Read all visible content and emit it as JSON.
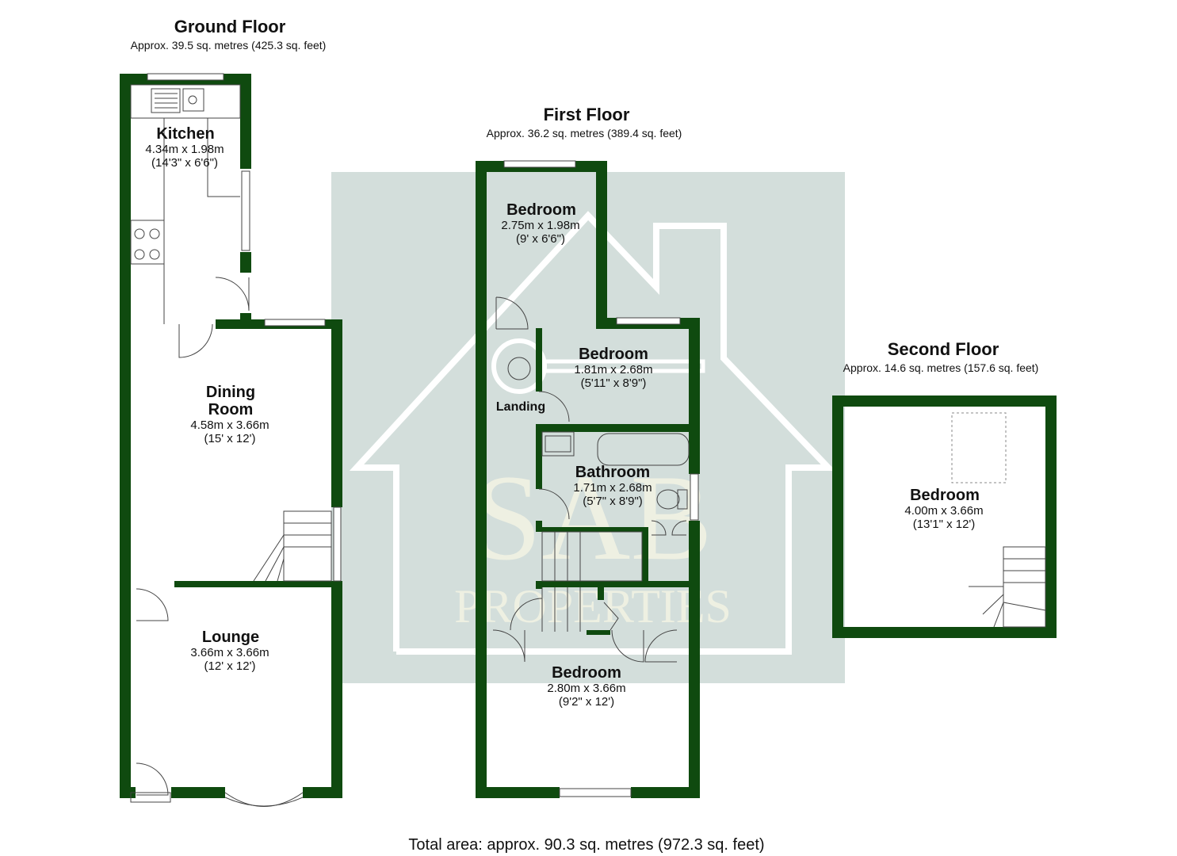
{
  "ground_floor": {
    "title": "Ground Floor",
    "area": "Approx. 39.5 sq. metres (425.3 sq. feet)",
    "rooms": [
      {
        "name": "Kitchen",
        "dim_m": "4.34m x 1.98m",
        "dim_ft": "(14'3\" x 6'6\")"
      },
      {
        "name_line1": "Dining",
        "name_line2": "Room",
        "dim_m": "4.58m x 3.66m",
        "dim_ft": "(15' x 12')"
      },
      {
        "name": "Lounge",
        "dim_m": "3.66m x 3.66m",
        "dim_ft": "(12' x 12')"
      }
    ]
  },
  "first_floor": {
    "title": "First Floor",
    "area": "Approx. 36.2 sq. metres (389.4 sq. feet)",
    "landing": "Landing",
    "rooms": [
      {
        "name": "Bedroom",
        "dim_m": "2.75m x 1.98m",
        "dim_ft": "(9' x 6'6\")"
      },
      {
        "name": "Bedroom",
        "dim_m": "1.81m x 2.68m",
        "dim_ft": "(5'11\" x 8'9\")"
      },
      {
        "name": "Bathroom",
        "dim_m": "1.71m x 2.68m",
        "dim_ft": "(5'7\" x 8'9\")"
      },
      {
        "name": "Bedroom",
        "dim_m": "2.80m x 3.66m",
        "dim_ft": "(9'2\" x 12')"
      }
    ]
  },
  "second_floor": {
    "title": "Second Floor",
    "area": "Approx. 14.6 sq. metres (157.6 sq. feet)",
    "rooms": [
      {
        "name": "Bedroom",
        "dim_m": "4.00m x 3.66m",
        "dim_ft": "(13'1\" x 12')"
      }
    ]
  },
  "watermark": {
    "line1": "SAB",
    "line2": "PROPERTIES"
  },
  "total_area": "Total area: approx. 90.3 sq. metres (972.3 sq. feet)",
  "colors": {
    "wall": "#0f4a0f",
    "watermark_bg": "#d3dedb"
  }
}
